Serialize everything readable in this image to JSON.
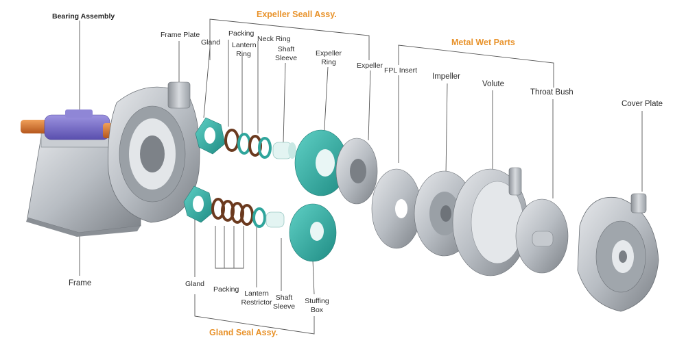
{
  "group_titles": {
    "expeller_seal": "Expeller Seall Assy.",
    "metal_wet_parts": "Metal Wet Parts",
    "gland_seal": "Gland Seal Assy."
  },
  "labels": {
    "bearing_assembly": "Bearing Assembly",
    "frame_plate": "Frame Plate",
    "gland_top": "Gland",
    "packing_top": "Packing",
    "neck_ring": "Neck Ring",
    "lantern_ring_1": "Lantern",
    "lantern_ring_2": "Ring",
    "shaft_sleeve_top_1": "Shaft",
    "shaft_sleeve_top_2": "Sleeve",
    "expeller_ring_1": "Expeller",
    "expeller_ring_2": "Ring",
    "expeller": "Expeller",
    "fpl_insert": "FPL Insert",
    "impeller": "Impeller",
    "volute": "Volute",
    "throat_bush": "Throat Bush",
    "cover_plate": "Cover Plate",
    "frame": "Frame",
    "gland_bottom": "Gland",
    "packing_bottom": "Packing",
    "lantern_restrictor_1": "Lantern",
    "lantern_restrictor_2": "Restrictor",
    "shaft_sleeve_bottom_1": "Shaft",
    "shaft_sleeve_bottom_2": "Sleeve",
    "stuffing_box_1": "Stuffing",
    "stuffing_box_2": "Box"
  },
  "colors": {
    "accent": "#e8922a",
    "teal": "#3fb3aa",
    "copper": "#d9742d",
    "purple": "#7b6fc9",
    "metal": "#b7bcc2",
    "packing": "#6b3a1f"
  }
}
